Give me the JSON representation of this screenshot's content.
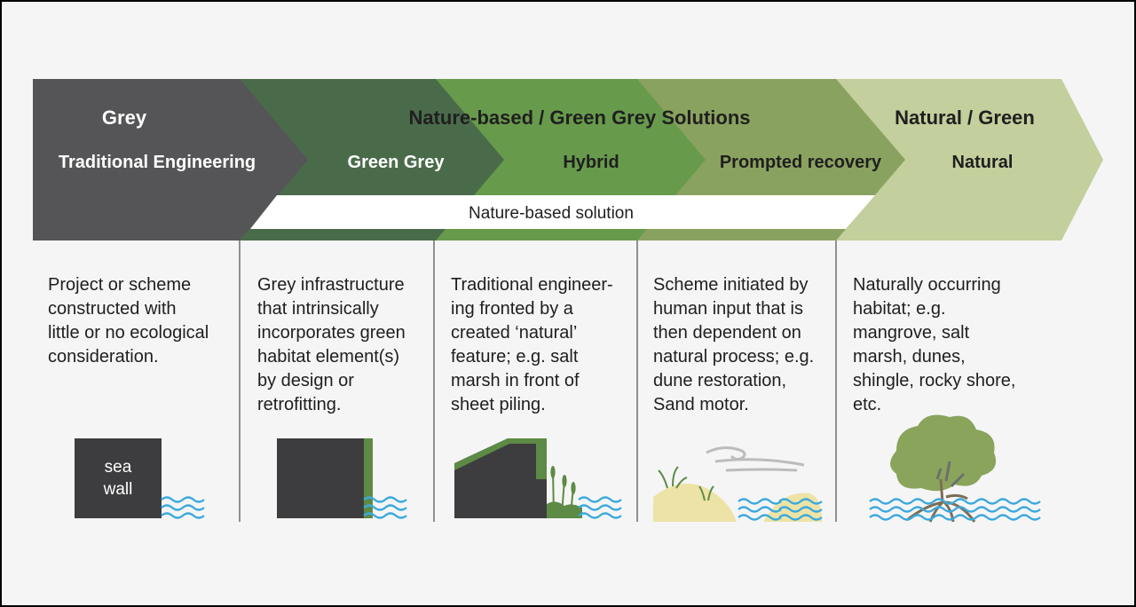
{
  "header": {
    "grey_title": "Grey",
    "grey_subtitle": "Traditional Engineering",
    "nbs_title": "Nature-based / Green Grey Solutions",
    "natural_title": "Natural / Green",
    "categories": [
      "Green Grey",
      "Hybrid",
      "Prompted recovery",
      "Natural"
    ],
    "band_label": "Nature-based solution"
  },
  "descriptions": [
    "Project or scheme\nconstructed with\nlittle or no ecological\nconsideration.",
    "Grey infrastructure\nthat intrinsically\nincorporates green\nhabitat element(s)\nby design or\nretrofitting.",
    "Traditional engineer-\ning fronted by a\ncreated ‘natural’\nfeature; e.g. salt\nmarsh in front of\nsheet piling.",
    "Scheme initiated by\nhuman input that is\nthen dependent on\nnatural process; e.g.\ndune restoration,\nSand motor.",
    "Naturally occurring\nhabitat; e.g.\nmangrove, salt\nmarsh, dunes,\nshingle, rocky shore,\netc."
  ],
  "icons": {
    "seawall_label_line1": "sea",
    "seawall_label_line2": "wall"
  },
  "colors": {
    "grey": "#555557",
    "green_grey": "#4a6b4a",
    "hybrid": "#689a4c",
    "prompted": "#8aa25f",
    "natural": "#c3cf9c",
    "water": "#3ba9dd",
    "sand": "#ede3a6",
    "tree": "#8aa45c"
  }
}
